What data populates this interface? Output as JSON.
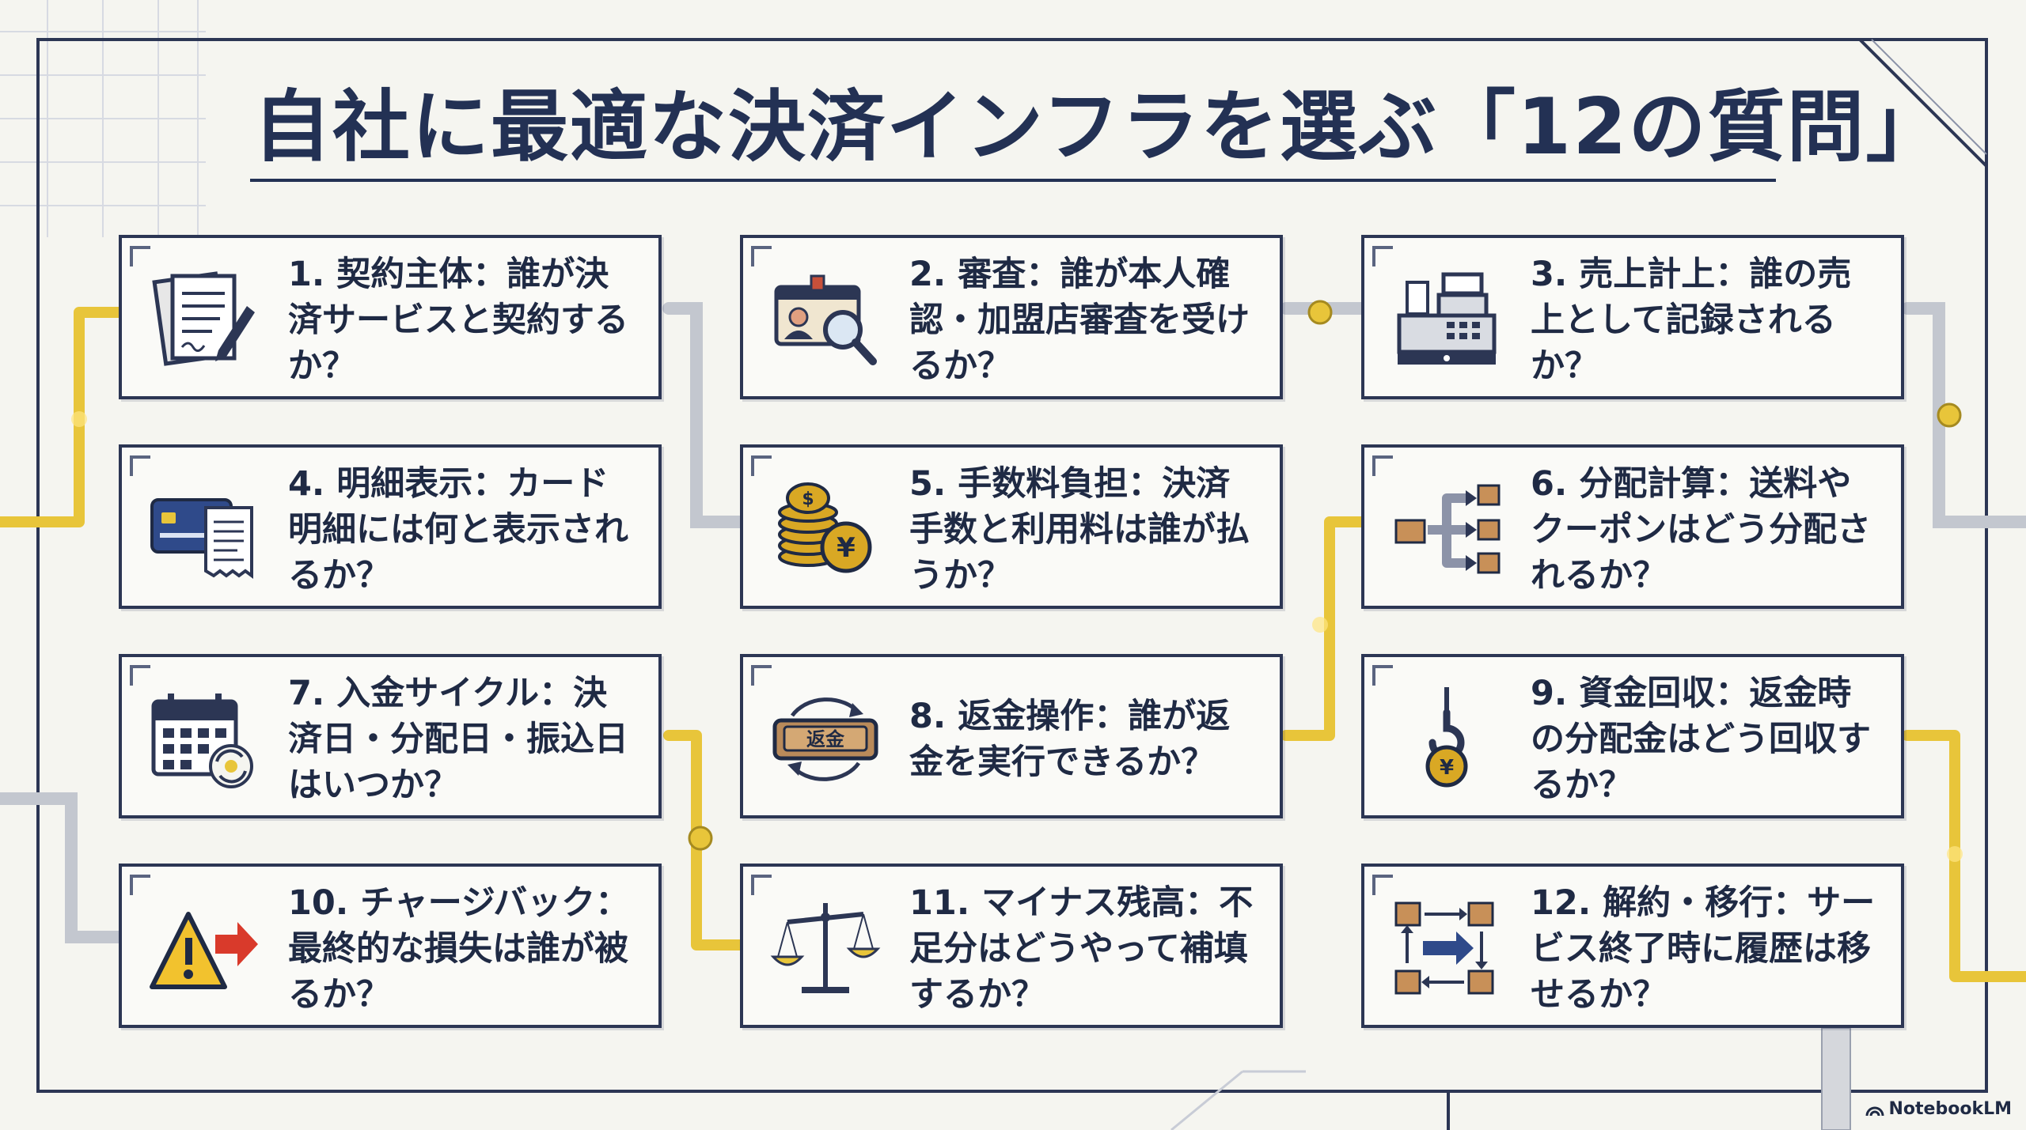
{
  "title": "自社に最適な決済インフラを選ぶ「12の質問」",
  "questions": [
    {
      "text": "1. 契約主体：誰が決済サービスと契約するか？",
      "icon": "contract-document-icon"
    },
    {
      "text": "2. 審査：誰が本人確認・加盟店審査を受けるか？",
      "icon": "id-card-magnifier-icon"
    },
    {
      "text": "3. 売上計上：誰の売上として記録されるか？",
      "icon": "cash-register-icon"
    },
    {
      "text": "4. 明細表示：カード明細には何と表示されるか？",
      "icon": "credit-card-receipt-icon"
    },
    {
      "text": "5. 手数料負担：決済手数と利用料は誰が払うか？",
      "icon": "coin-stack-icon"
    },
    {
      "text": "6. 分配計算：送料やクーポンはどう分配されるか？",
      "icon": "distribution-boxes-icon"
    },
    {
      "text": "7. 入金サイクル：決済日・分配日・振込日はいつか？",
      "icon": "calendar-cycle-icon"
    },
    {
      "text": "8. 返金操作：誰が返金を実行できるか？",
      "icon": "refund-cycle-icon",
      "badge": "返金"
    },
    {
      "text": "9. 資金回収：返金時の分配金はどう回収するか？",
      "icon": "hook-coin-icon"
    },
    {
      "text": "10. チャージバック：最終的な損失は誰が被るか？",
      "icon": "warning-arrow-icon"
    },
    {
      "text": "11. マイナス残高：不足分はどうやって補填するか？",
      "icon": "balance-scale-icon"
    },
    {
      "text": "12. 解約・移行：サービス終了時に履歴は移せるか？",
      "icon": "migration-boxes-icon"
    }
  ],
  "footer": {
    "brand": "NotebookLM"
  },
  "colors": {
    "navy": "#233154",
    "pipe": "#e8c53a",
    "gold": "#d9a824",
    "red": "#d93a2b"
  }
}
